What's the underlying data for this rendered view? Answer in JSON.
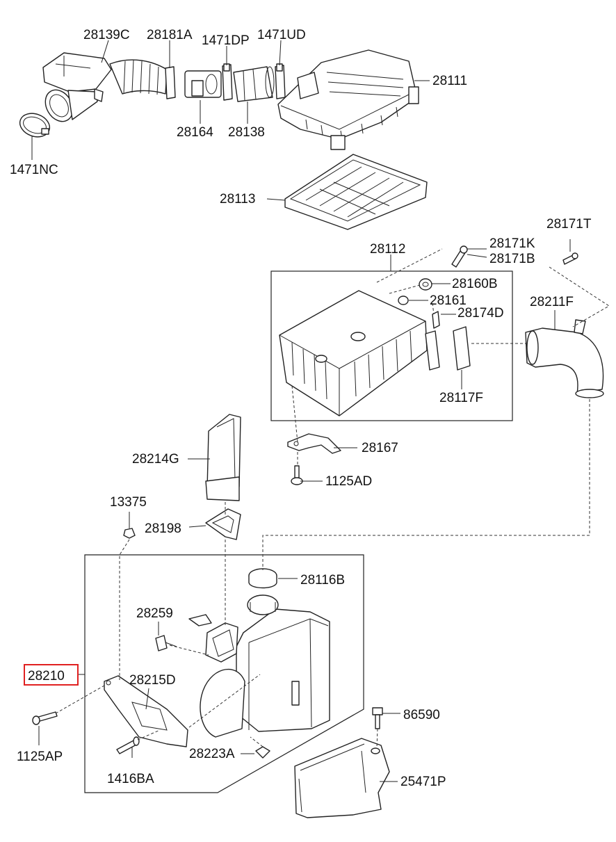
{
  "labels": {
    "l28139c": "28139C",
    "l28181a": "28181A",
    "l1471dp": "1471DP",
    "l1471ud": "1471UD",
    "l28111": "28111",
    "l28164": "28164",
    "l28138": "28138",
    "l1471nc": "1471NC",
    "l28113": "28113",
    "l28112": "28112",
    "l28171t": "28171T",
    "l28171k": "28171K",
    "l28171b": "28171B",
    "l28160b": "28160B",
    "l28161": "28161",
    "l28211f": "28211F",
    "l28174d": "28174D",
    "l28117f": "28117F",
    "l28167": "28167",
    "l28214g": "28214G",
    "l1125ad": "1125AD",
    "l13375": "13375",
    "l28198": "28198",
    "l28116b": "28116B",
    "l28259": "28259",
    "l28210": "28210",
    "l28215d": "28215D",
    "l86590": "86590",
    "l28223a": "28223A",
    "l1125ap": "1125AP",
    "l25471p": "25471P",
    "l1416ba": "1416BA"
  },
  "highlight": {
    "part": "28210",
    "color": "#e02020"
  }
}
